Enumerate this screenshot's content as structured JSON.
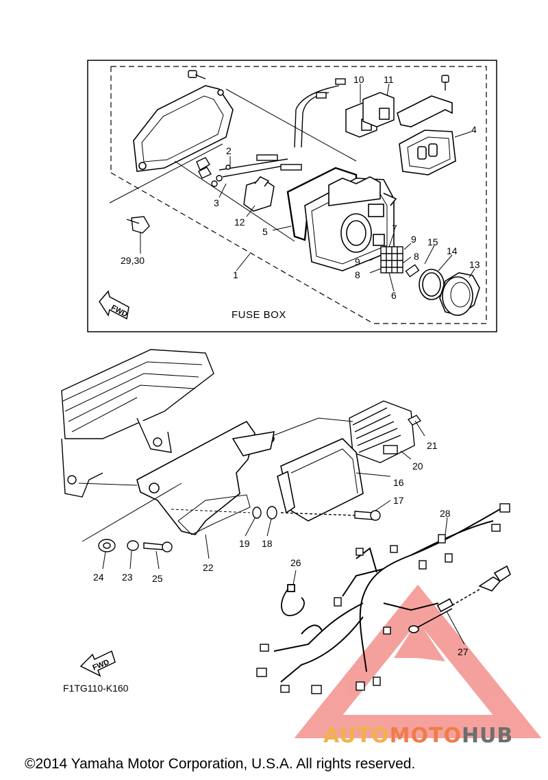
{
  "fuse_box_label": "FUSE BOX",
  "drawing_code": "F1TG110-K160",
  "copyright": "©2014 Yamaha Motor Corporation, U.S.A. All rights reserved.",
  "fwd_label": "FWD",
  "watermark": {
    "part1": "AUTO",
    "part2": "MOTO",
    "part3": "HUB"
  },
  "callouts": {
    "p1": "1",
    "p2": "2",
    "p3": "3",
    "p4": "4",
    "p5": "5",
    "p6": "6",
    "p7": "7",
    "p8a": "8",
    "p8b": "8",
    "p9a": "9",
    "p9b": "9",
    "p10": "10",
    "p11": "11",
    "p12": "12",
    "p13": "13",
    "p14": "14",
    "p15": "15",
    "p16": "16",
    "p17": "17",
    "p18": "18",
    "p19": "19",
    "p20": "20",
    "p21": "21",
    "p22": "22",
    "p23": "23",
    "p24": "24",
    "p25": "25",
    "p26": "26",
    "p27": "27",
    "p28": "28",
    "p29_30": "29,30"
  },
  "colors": {
    "watermark_red": "#e8302a",
    "auto": "#f2b24a",
    "moto": "#f07c4a",
    "hub": "#6e6e6e"
  }
}
